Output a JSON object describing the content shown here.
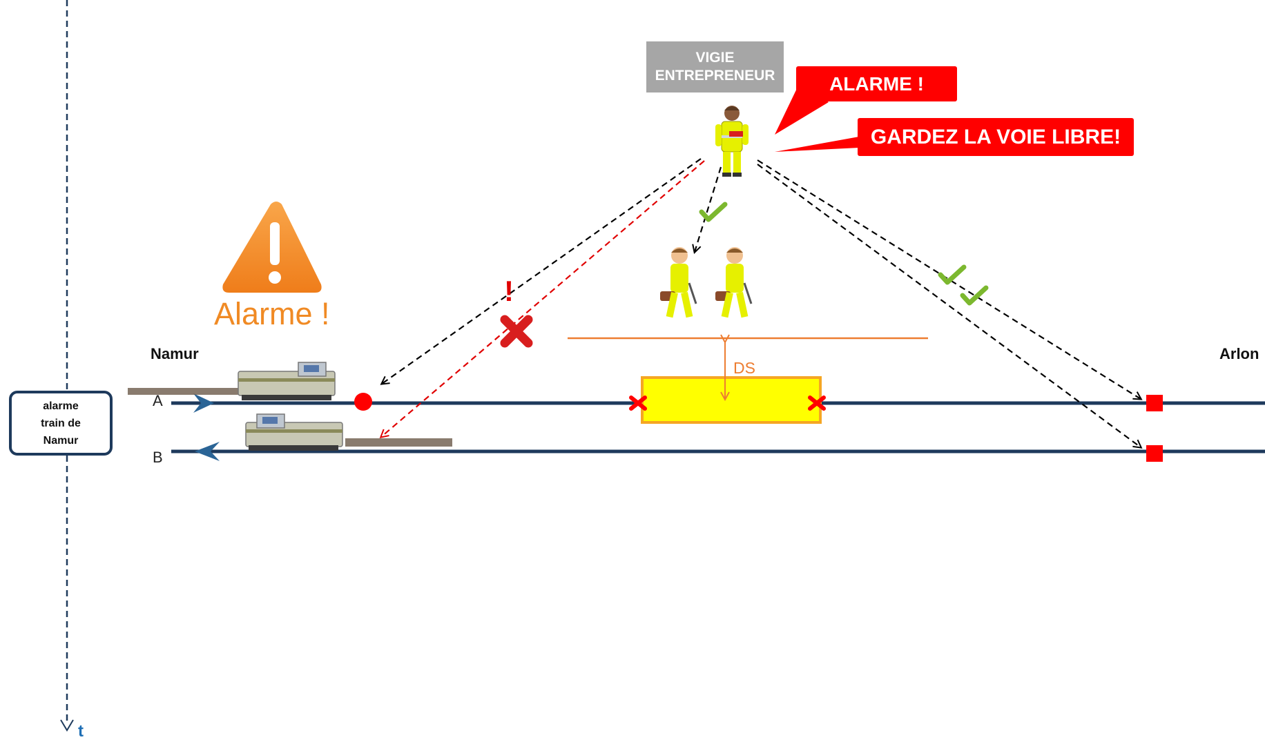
{
  "vigie_label": "VIGIE\nENTREPRENEUR",
  "bubble_alarme": "ALARME !",
  "bubble_gardez": "GARDEZ LA VOIE LIBRE!",
  "alarm_text": "Alarme !",
  "station_left": "Namur",
  "station_right": "Arlon",
  "track_a": "A",
  "track_b": "B",
  "distance_label": "DS",
  "warning_mark": "!",
  "timeline_event": "alarme\ntrain de\nNamur",
  "time_axis_label": "t",
  "colors": {
    "track": "#1e3a5c",
    "alert_red": "#ff0000",
    "vigie_grey": "#a6a6a6",
    "work_zone_fill": "#ffff00",
    "work_zone_border": "#f5a623",
    "orange": "#ed7d31",
    "warning_orange": "#f08a24",
    "check_green": "#7cb82f",
    "worker_yellow": "#e6f000"
  },
  "icons": [
    "warning-triangle-icon",
    "check-icon",
    "cross-icon",
    "train-icon",
    "worker-icon",
    "lookout-icon"
  ]
}
